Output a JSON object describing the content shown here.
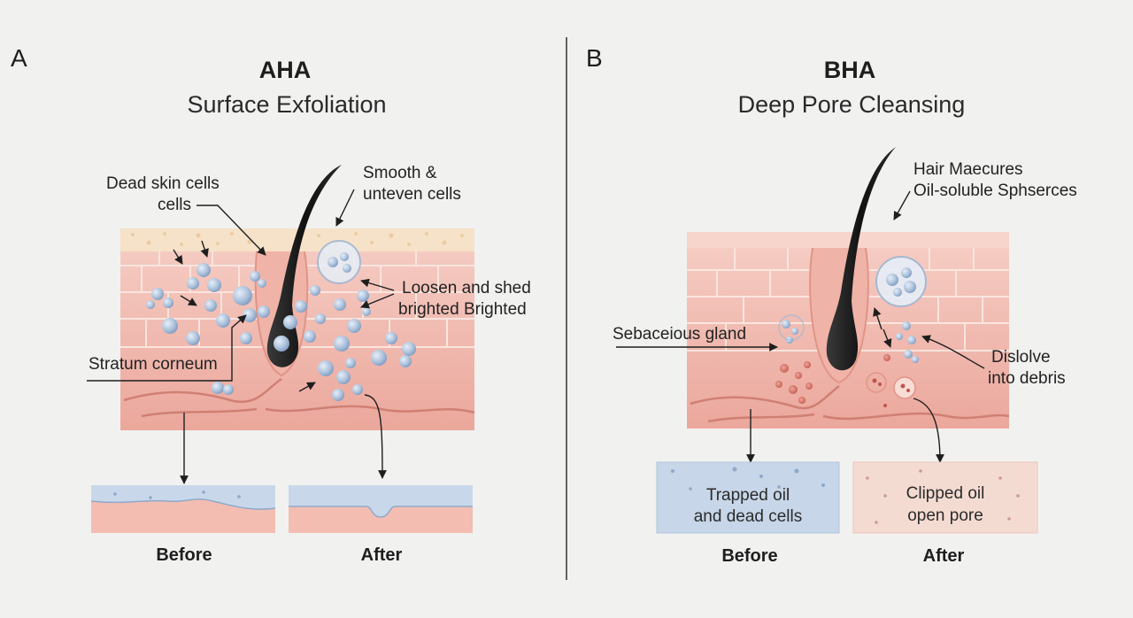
{
  "panels": {
    "left": {
      "letter": "A",
      "title": "AHA",
      "subtitle": "Surface Exfoliation",
      "labels": {
        "dead_cells_line1": "Dead skin cells",
        "dead_cells_line2": "cells",
        "smooth_line1": "Smooth &",
        "smooth_line2": "unteven cells",
        "loosen_line1": "Loosen and shed",
        "loosen_line2": "brighted Brighted",
        "stratum": "Stratum corneum"
      },
      "captions": {
        "before": "Before",
        "after": "After"
      }
    },
    "right": {
      "letter": "B",
      "title": "BHA",
      "subtitle": "Deep Pore Cleansing",
      "labels": {
        "hair_line1": "Hair Maecures",
        "hair_line2": "Oil-soluble Sphserces",
        "sebaceous": "Sebaceious gland",
        "dissolve_line1": "Dislolve",
        "dissolve_line2": "into debris"
      },
      "strips": {
        "before_line1": "Trapped oil",
        "before_line2": "and dead cells",
        "after_line1": "Clipped oil",
        "after_line2": "open pore"
      },
      "captions": {
        "before": "Before",
        "after": "After"
      }
    }
  },
  "colors": {
    "background": "#f1f1f0",
    "skin": "#f4c6bd",
    "skin_dark": "#eaa59a",
    "surface": "#f6e2c8",
    "cell_blue": "#aec3dc",
    "hair": "#1a1a1a",
    "oil_blue": "#c7d6e8",
    "open_pore": "#f4dbd2"
  }
}
